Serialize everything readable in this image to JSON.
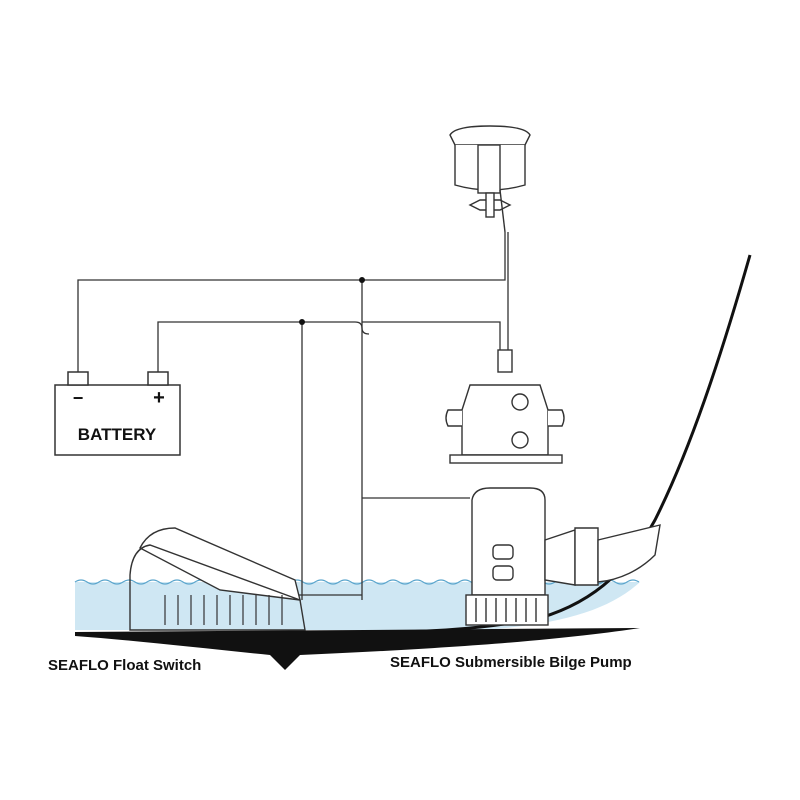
{
  "battery": {
    "negative_symbol": "−",
    "positive_symbol": "+",
    "label": "BATTERY"
  },
  "labels": {
    "float_switch": "SEAFLO Float Switch",
    "bilge_pump": "SEAFLO Submersible Bilge Pump"
  },
  "colors": {
    "line": "#333333",
    "water": "#cfe7f3",
    "water_line": "#5aa5cc",
    "hull": "#111111"
  }
}
